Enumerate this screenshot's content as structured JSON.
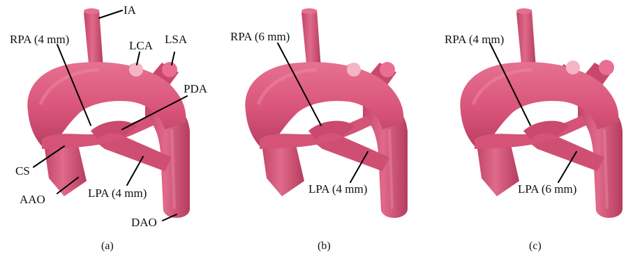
{
  "colors": {
    "vessel": "#d9547a",
    "vessel_dark": "#b23a5d",
    "vessel_light": "#e77d9b",
    "cap_light": "#f4b4c4",
    "cap_mid": "#ea6e92"
  },
  "panels": [
    {
      "caption": "(a)",
      "labels": {
        "ia": "IA",
        "rpa": "RPA (4 mm)",
        "lca": "LCA",
        "lsa": "LSA",
        "pda": "PDA",
        "cs": "CS",
        "aao": "AAO",
        "lpa": "LPA (4 mm)",
        "dao": "DAO"
      }
    },
    {
      "caption": "(b)",
      "labels": {
        "rpa": "RPA (6 mm)",
        "lpa": "LPA (4 mm)"
      }
    },
    {
      "caption": "(c)",
      "labels": {
        "rpa": "RPA (4 mm)",
        "lpa": "LPA (6 mm)"
      }
    }
  ]
}
